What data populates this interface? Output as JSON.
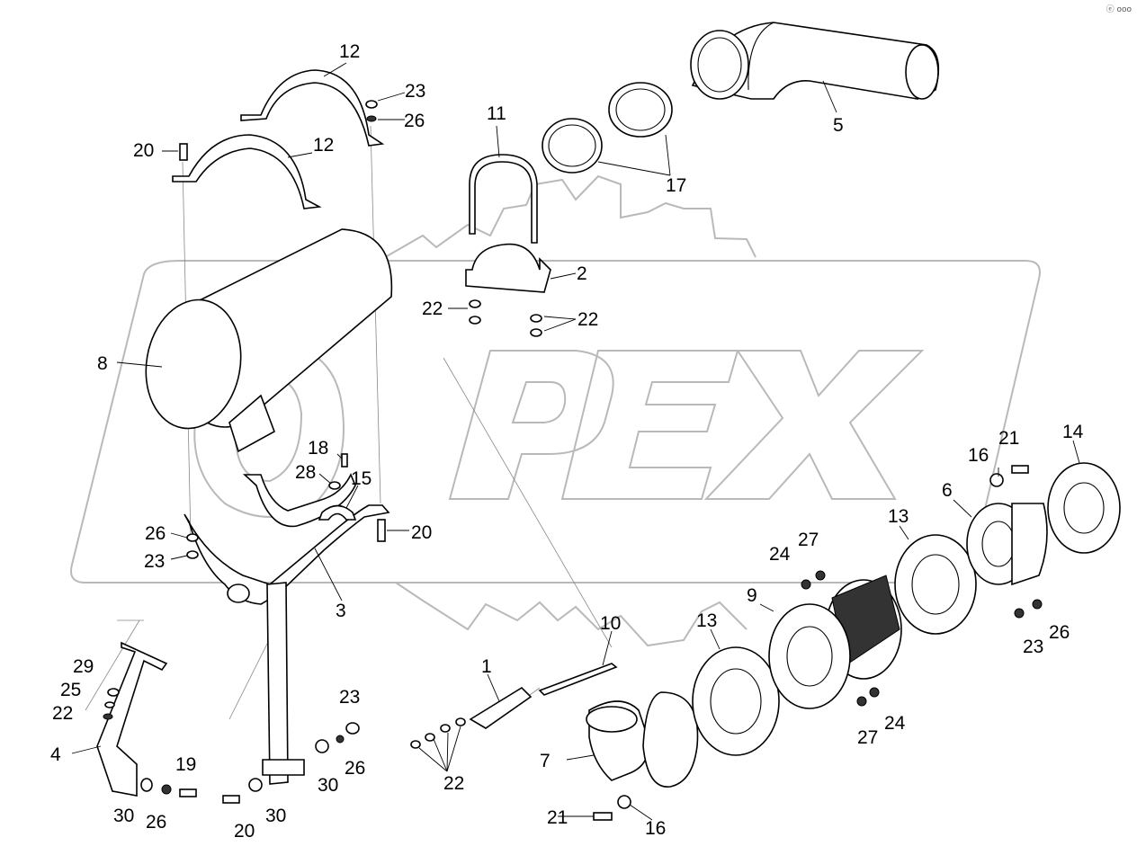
{
  "corner_mark": "ⓔ ooo",
  "watermark": {
    "text": "PEX",
    "color": "#b9b9b9"
  },
  "part_labels": [
    {
      "id": "l1",
      "text": "1"
    },
    {
      "id": "l2",
      "text": "2"
    },
    {
      "id": "l3",
      "text": "3"
    },
    {
      "id": "l4",
      "text": "4"
    },
    {
      "id": "l5",
      "text": "5"
    },
    {
      "id": "l6",
      "text": "6"
    },
    {
      "id": "l7",
      "text": "7"
    },
    {
      "id": "l8",
      "text": "8"
    },
    {
      "id": "l9",
      "text": "9"
    },
    {
      "id": "l10",
      "text": "10"
    },
    {
      "id": "l11",
      "text": "11"
    },
    {
      "id": "l12a",
      "text": "12"
    },
    {
      "id": "l12b",
      "text": "12"
    },
    {
      "id": "l13a",
      "text": "13"
    },
    {
      "id": "l13b",
      "text": "13"
    },
    {
      "id": "l14",
      "text": "14"
    },
    {
      "id": "l15",
      "text": "15"
    },
    {
      "id": "l16a",
      "text": "16"
    },
    {
      "id": "l16b",
      "text": "16"
    },
    {
      "id": "l17",
      "text": "17"
    },
    {
      "id": "l18",
      "text": "18"
    },
    {
      "id": "l19",
      "text": "19"
    },
    {
      "id": "l20a",
      "text": "20"
    },
    {
      "id": "l20b",
      "text": "20"
    },
    {
      "id": "l20c",
      "text": "20"
    },
    {
      "id": "l21a",
      "text": "21"
    },
    {
      "id": "l21b",
      "text": "21"
    },
    {
      "id": "l22a",
      "text": "22"
    },
    {
      "id": "l22b",
      "text": "22"
    },
    {
      "id": "l22c",
      "text": "22"
    },
    {
      "id": "l22d",
      "text": "22"
    },
    {
      "id": "l23a",
      "text": "23"
    },
    {
      "id": "l23b",
      "text": "23"
    },
    {
      "id": "l23c",
      "text": "23"
    },
    {
      "id": "l23d",
      "text": "23"
    },
    {
      "id": "l24a",
      "text": "24"
    },
    {
      "id": "l24b",
      "text": "24"
    },
    {
      "id": "l25",
      "text": "25"
    },
    {
      "id": "l26a",
      "text": "26"
    },
    {
      "id": "l26b",
      "text": "26"
    },
    {
      "id": "l26c",
      "text": "26"
    },
    {
      "id": "l26d",
      "text": "26"
    },
    {
      "id": "l26e",
      "text": "26"
    },
    {
      "id": "l27a",
      "text": "27"
    },
    {
      "id": "l27b",
      "text": "27"
    },
    {
      "id": "l28",
      "text": "28"
    },
    {
      "id": "l29",
      "text": "29"
    },
    {
      "id": "l30a",
      "text": "30"
    },
    {
      "id": "l30b",
      "text": "30"
    },
    {
      "id": "l30c",
      "text": "30"
    }
  ]
}
